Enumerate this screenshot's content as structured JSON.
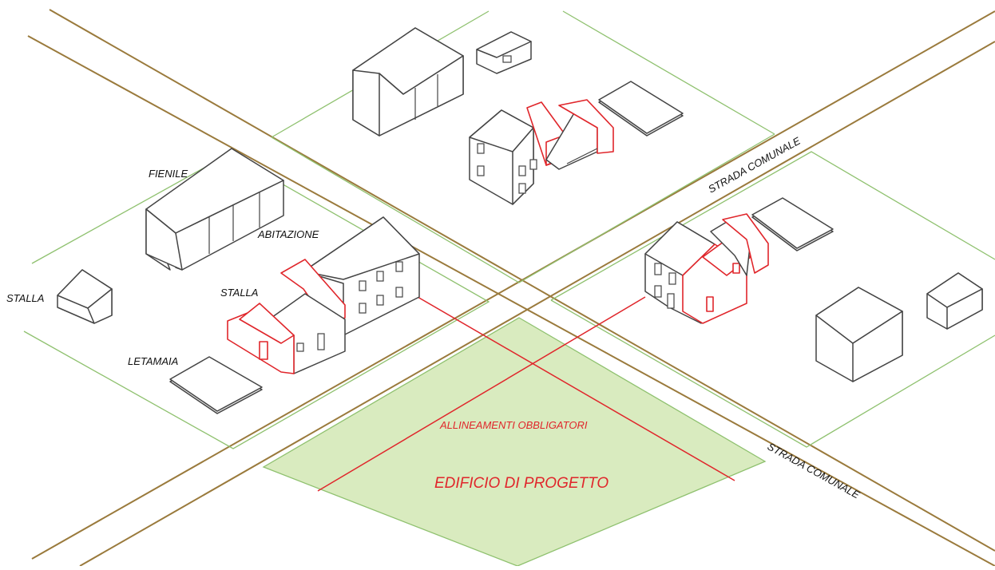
{
  "labels": {
    "fienile": "FIENILE",
    "abitazione": "ABITAZIONE",
    "stalla_left": "STALLA",
    "stalla_center": "STALLA",
    "letamaia": "LETAMAIA",
    "strada_comunale_upper": "STRADA COMUNALE",
    "strada_comunale_lower": "STRADA COMUNALE",
    "allineamenti": "ALLINEAMENTI OBBLIGATORI",
    "edificio": "EDIFICIO DI PROGETTO"
  },
  "colors": {
    "road": "#9a7a3c",
    "lot": "#8fc16f",
    "project_fill": "#d9ebbf",
    "red": "#e0262b",
    "building_stroke": "#444444"
  },
  "icons": [
    "barn-building",
    "house-building",
    "stable-building",
    "manure-pad",
    "garage-building"
  ]
}
